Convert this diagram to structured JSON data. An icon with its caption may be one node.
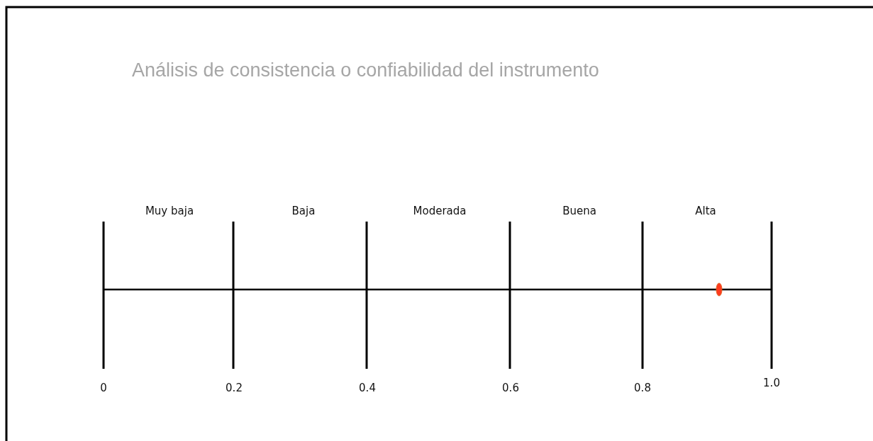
{
  "diagram": {
    "title": "Análisis de consistencia o confiabilidad del instrumento",
    "labels": [
      "Muy baja",
      "Baja",
      "Moderada",
      "Buena",
      "Alta",
      "0",
      "0.2",
      "0.4",
      "0.6",
      "0.8",
      "1.0"
    ]
  }
}
